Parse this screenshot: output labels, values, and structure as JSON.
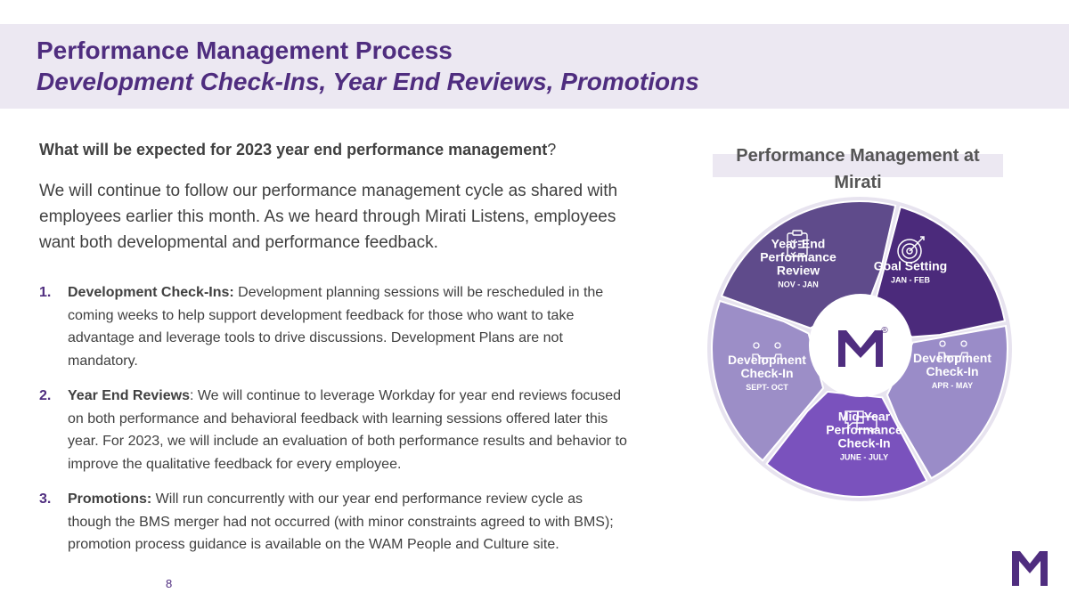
{
  "header": {
    "title": "Performance Management Process",
    "subtitle": "Development Check-Ins, Year End Reviews, Promotions"
  },
  "body": {
    "question_bold": "What will be expected for 2023 year end performance management",
    "question_end": "?",
    "intro": "We will continue to follow our performance management cycle as shared with employees earlier this month.  As we heard through Mirati Listens, employees want both developmental and performance feedback.",
    "items": [
      {
        "number": "1.",
        "lead": "Development Check-Ins:",
        "text": "  Development planning sessions will be rescheduled  in the coming weeks to help support development feedback  for those who want to take advantage and leverage tools to drive discussions. Development Plans are not mandatory."
      },
      {
        "number": "2.",
        "lead": "Year End Reviews",
        "text": ": We will continue to leverage Workday for year end reviews focused on both performance and behavioral feedback with learning sessions offered later this year. For 2023, we will include an evaluation of both performance results and behavior to improve the qualitative feedback for every employee."
      },
      {
        "number": "3.",
        "lead": "Promotions:",
        "text": "  Will run concurrently with our year end performance review cycle as though the BMS merger had not occurred (with minor constraints agreed to with BMS); promotion process guidance is available on the WAM People and Culture site."
      }
    ]
  },
  "wheel": {
    "title": "Performance Management at Mirati",
    "registered": "®",
    "segments": [
      {
        "name": "goal-setting",
        "lines": [
          "Goal Setting"
        ],
        "period": "JAN - FEB",
        "color": "#4b2a7b",
        "icon": "target-icon"
      },
      {
        "name": "development-check-in-apr",
        "lines": [
          "Development",
          "Check-In"
        ],
        "period": "APR - MAY",
        "color": "#9a8cc8",
        "icon": "meeting-icon"
      },
      {
        "name": "mid-year-check-in",
        "lines": [
          "Mid-Year",
          "Performance",
          "Check-In"
        ],
        "period": "JUNE - JULY",
        "color": "#7a52bd",
        "icon": "chat-icon"
      },
      {
        "name": "development-check-in-sept",
        "lines": [
          "Development",
          "Check-In"
        ],
        "period": "SEPT- OCT",
        "color": "#9c8ec7",
        "icon": "meeting-icon"
      },
      {
        "name": "year-end-review",
        "lines": [
          "Year-End",
          "Performance",
          "Review"
        ],
        "period": "NOV - JAN",
        "color": "#5f4b8b",
        "icon": "checklist-icon"
      }
    ]
  },
  "footer": {
    "page_number": "8"
  },
  "colors": {
    "brand": "#4f2d7f",
    "header_band": "#ece8f2"
  }
}
